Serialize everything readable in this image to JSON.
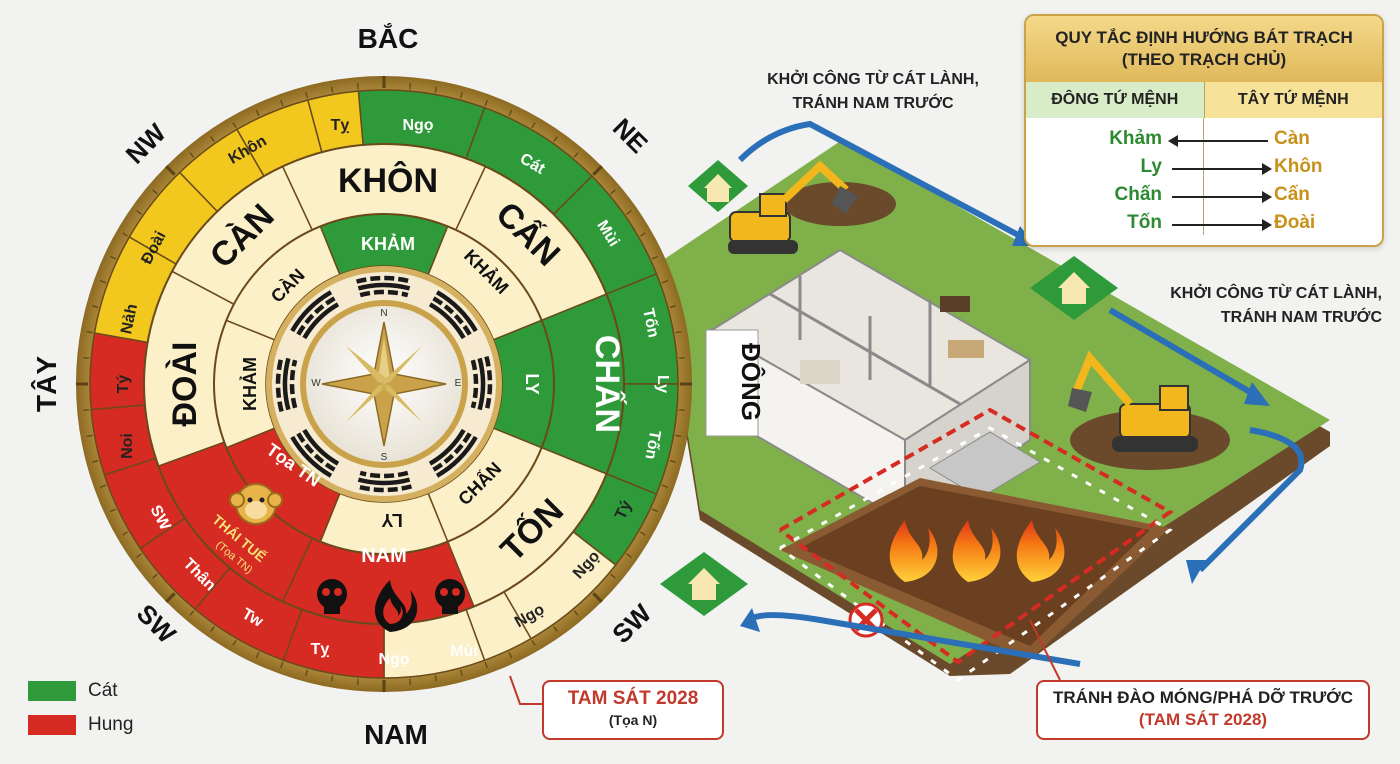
{
  "compass": {
    "north": "BẮC",
    "south": "NAM",
    "east": "ĐÔNG",
    "west": "TÂY",
    "nw": "NW",
    "ne": "NE",
    "sw_left": "SW",
    "sw_right": "SW",
    "rose": {
      "n": "N",
      "s": "S",
      "e": "E",
      "w": "W"
    },
    "outer_ring": [
      "Ngọ",
      "Cát",
      "Mùi",
      "Tốn",
      "Ly",
      "Tốn",
      "Tý",
      "Ngọ",
      "Ngọ",
      "Mùi",
      "Ngọ",
      "Tỵ",
      "Tw",
      "Thân",
      "SW",
      "Noi",
      "Tý",
      "Nảh",
      "Đoài",
      "Khôn",
      "Tỵ"
    ],
    "middle_ring": [
      "KHÔN",
      "CẤN",
      "CHẤN",
      "TỐN",
      "NAM",
      "ĐOÀI",
      "CÀN"
    ],
    "inner_ring": [
      "KHẢM",
      "KHẢM",
      "LY",
      "CHẤN",
      "LY",
      "Tọa TN",
      "KHẢM",
      "CÀN"
    ],
    "thai_tue": "THÁI TUẾ",
    "thai_tue_sub": "(Tọa TN)"
  },
  "legend": [
    {
      "label": "Cát",
      "color": "#2e9a3a"
    },
    {
      "label": "Hung",
      "color": "#d62b22"
    }
  ],
  "rules": {
    "title_line1": "QUY TẮC ĐỊNH HƯỚNG BÁT TRẠCH",
    "title_line2": "(THEO TRẠCH CHỦ)",
    "col_east": "ĐÔNG TỨ MỆNH",
    "col_west": "TÂY TỨ MỆNH",
    "rows": [
      {
        "east": "Khảm",
        "west": "Càn",
        "arrow": "left"
      },
      {
        "east": "Ly",
        "west": "Khôn",
        "arrow": "right"
      },
      {
        "east": "Chấn",
        "west": "Cấn",
        "arrow": "right"
      },
      {
        "east": "Tốn",
        "west": "Đoài",
        "arrow": "right"
      }
    ]
  },
  "notes": {
    "top_line1": "KHỞI CÔNG TỪ CÁT LÀNH,",
    "top_line2": "TRÁNH NAM TRƯỚC",
    "right_line1": "KHỞI CÔNG TỪ CÁT LÀNH,",
    "right_line2": "TRÁNH NAM TRƯỚC",
    "dong_label": "ĐÔNG"
  },
  "tam_sat_box": {
    "title": "TAM SÁT 2028",
    "sub": "(Tọa N)"
  },
  "avoid_box": {
    "line1": "TRÁNH ĐÀO MÓNG/PHÁ DỠ TRƯỚC",
    "line2": "(TAM SÁT 2028)"
  },
  "colors": {
    "cat": "#2e9a3a",
    "hung": "#d62b22",
    "yellow": "#f2c81e",
    "cream": "#fbf0c8",
    "gold": "#c9a24a"
  }
}
